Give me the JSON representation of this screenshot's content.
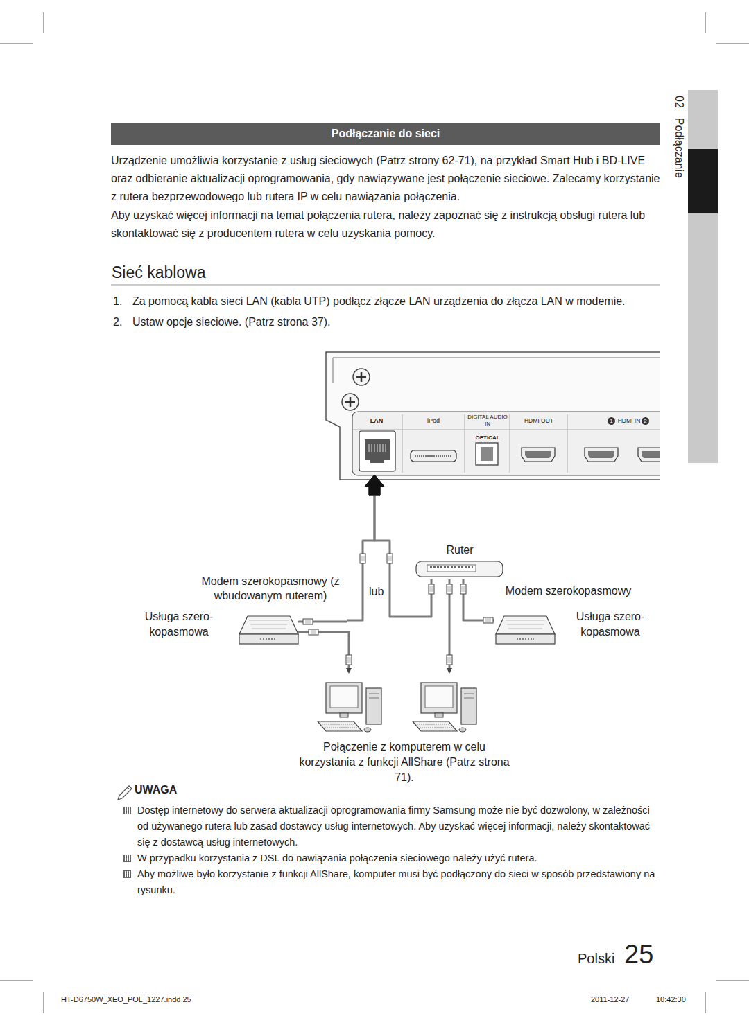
{
  "diagram": {
    "title": "Sieć kablowa",
    "nodes": [
      {
        "text": [
          "Podłączanie do sieci"
        ]
      },
      {
        "text": [
          "LAN"
        ]
      },
      {
        "text": [
          "Modem szerokopasmowy (z wbudowanym ruterem)"
        ]
      },
      {
        "text": [
          "Ruter"
        ]
      },
      {
        "text": [
          "Modem szerokopasmowy"
        ]
      }
    ],
    "edges": [
      {
        "from": 2,
        "to": 1,
        "arrow": "to"
      },
      {
        "from": 3,
        "to": 1,
        "arrow": "to"
      },
      {
        "from": 3,
        "to": 4,
        "arrow": "none"
      }
    ],
    "labels": [
      "Urządzenie umożliwia korzystanie z usług sieciowych (Patrz strony 62-71), na przykład Smart Hub i BD-LIVE oraz odbieranie aktualizacji oprogramowania, gdy nawiązywane jest połączenie sieciowe. Zalecamy korzystanie z rutera bezprzewodowego lub rutera IP w celu nawiązania połączenia.",
      "Aby uzyskać więcej informacji na temat połączenia rutera, należy zapoznać się z instrukcją obsługi rutera lub skontaktować się z producentem rutera w celu uzyskania pomocy.",
      "1.",
      "Za pomocą kabla sieci LAN (kabla UTP) podłącz złącze LAN urządzenia do złącza LAN w modemie.",
      "2.",
      "Ustaw opcje sieciowe. (Patrz strona 37).",
      "iPod",
      "DIGITAL AUDIO IN",
      "OPTICAL",
      "HDMI OUT",
      "1",
      "HDMI IN",
      "2",
      "lub",
      "Usługa szero- kopasmowa",
      "Usługa szero- kopasmowa",
      "Połączenie z komputerem w celu korzystania z funkcji AllShare (Patrz strona 71).",
      "UWAGA",
      "Dostęp internetowy do serwera aktualizacji oprogramowania firmy Samsung może nie być dozwolony, w zależności od używanego rutera lub zasad dostawcy usług internetowych. Aby uzyskać więcej informacji, należy skontaktować się z dostawcą usług internetowych.",
      "W przypadku korzystania z DSL do nawiązania połączenia sieciowego należy użyć rutera.",
      "Aby możliwe było korzystanie z funkcji AllShare, komputer musi być podłączony do sieci w sposób przedstawiony na rysunku.",
      "02",
      "Podłączanie",
      "Polski",
      "25",
      "HT-D6750W_XEO_POL_1227.indd 25",
      "2011-12-27",
      "10:42:30"
    ]
  }
}
